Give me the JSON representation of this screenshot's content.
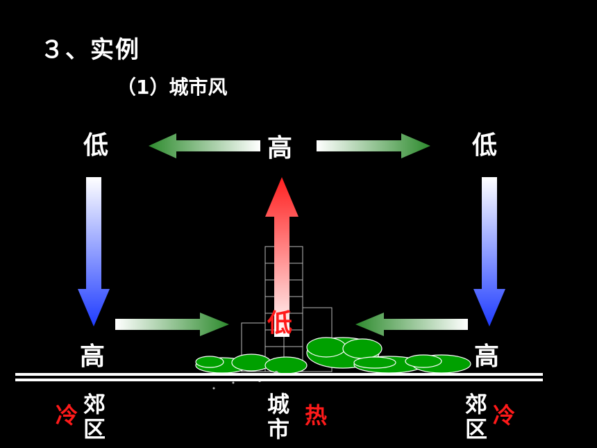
{
  "heading": "３、实例",
  "subheading": "（1）城市风",
  "pressure": {
    "top_left": "低",
    "top_center": "高",
    "top_right": "低",
    "bottom_left": "高",
    "bottom_center": "低",
    "bottom_right": "高"
  },
  "ground": {
    "left_area": "郊区",
    "center_area": "城市",
    "right_area": "郊区",
    "left_temp": "冷",
    "center_temp": "热",
    "right_temp": "冷"
  },
  "colors": {
    "background": "#000000",
    "arrow_horizontal": "#2e8b2e",
    "arrow_down": "#2040ff",
    "arrow_up": "#ff2020",
    "temp_text": "#ff1a1a",
    "trees": "#00a000"
  }
}
